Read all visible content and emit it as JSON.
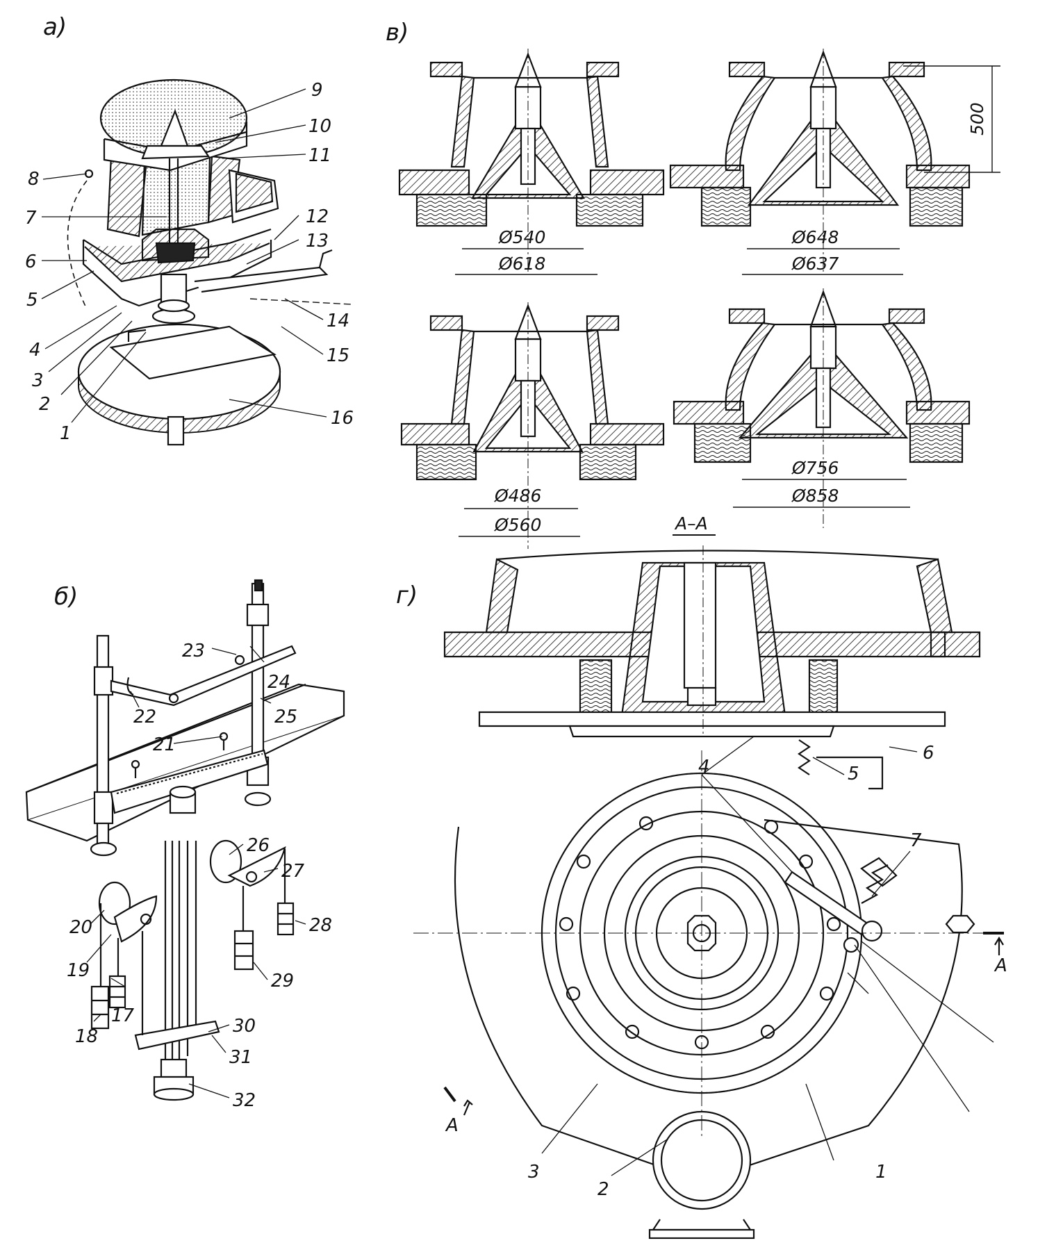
{
  "panels": {
    "a": "а)",
    "b": "б)",
    "v": "в)",
    "g": "г)"
  },
  "panel_a_labels": [
    "1",
    "2",
    "3",
    "4",
    "5",
    "6",
    "7",
    "8",
    "9",
    "10",
    "11",
    "12",
    "13",
    "14",
    "15",
    "16"
  ],
  "panel_b_labels": [
    "17",
    "18",
    "19",
    "20",
    "21",
    "22",
    "23",
    "24",
    "25",
    "26",
    "27",
    "28",
    "29",
    "30",
    "31",
    "32"
  ],
  "panel_v_dims": {
    "d540": "Ø540",
    "d618": "Ø618",
    "d648": "Ø648",
    "d637": "Ø637",
    "d486": "Ø486",
    "d560": "Ø560",
    "d756": "Ø756",
    "d858": "Ø858",
    "h500": "500"
  },
  "panel_g_labels": [
    "1",
    "2",
    "3",
    "4",
    "5",
    "6",
    "7"
  ],
  "section": {
    "title": "А–А",
    "mark": "А"
  }
}
